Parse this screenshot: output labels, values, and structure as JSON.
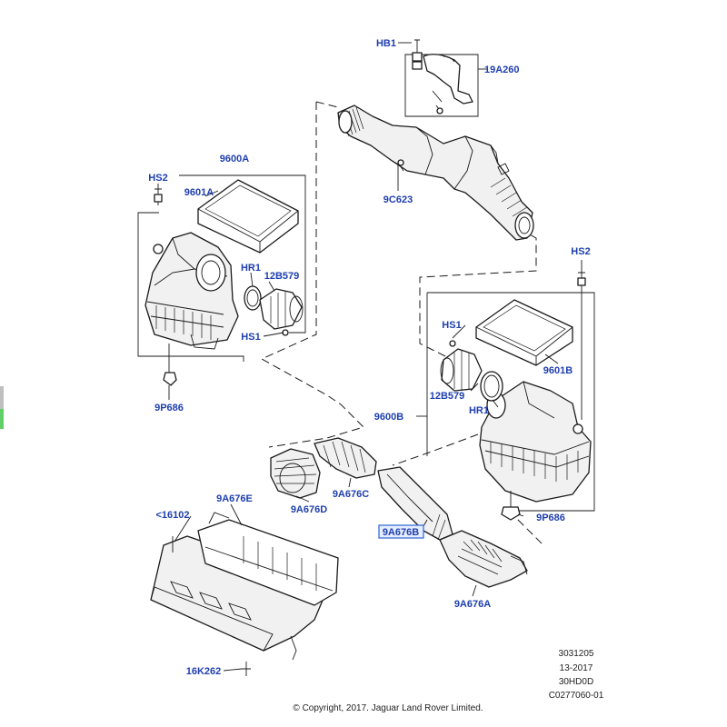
{
  "diagram": {
    "labels": {
      "hb1": "HB1",
      "p19a260": "19A260",
      "p9c623": "9C623",
      "p9600a": "9600A",
      "p9601a": "9601A",
      "hs2_left": "HS2",
      "hr1_left": "HR1",
      "p12b579_left": "12B579",
      "hs1_left": "HS1",
      "p9p686_left": "9P686",
      "hs2_right": "HS2",
      "hs1_right": "HS1",
      "p9601b": "9601B",
      "p12b579_right": "12B579",
      "hr1_right": "HR1",
      "p9600b": "9600B",
      "p9a676e": "9A676E",
      "p9a676d": "9A676D",
      "p9a676c": "9A676C",
      "p9a676b": "9A676B",
      "p16102": "<16102",
      "p9p686_right": "9P686",
      "p9a676a": "9A676A",
      "p16k262": "16K262"
    },
    "selected_label": "p9a676b",
    "selection_color": "#3b6fd6",
    "label_color": "#1f3fae",
    "footer": {
      "ref": "3031205",
      "date": "13-2017",
      "model": "30HD0D",
      "code": "C0277060-01",
      "copyright": "© Copyright, 2017. Jaguar Land Rover Limited."
    }
  }
}
